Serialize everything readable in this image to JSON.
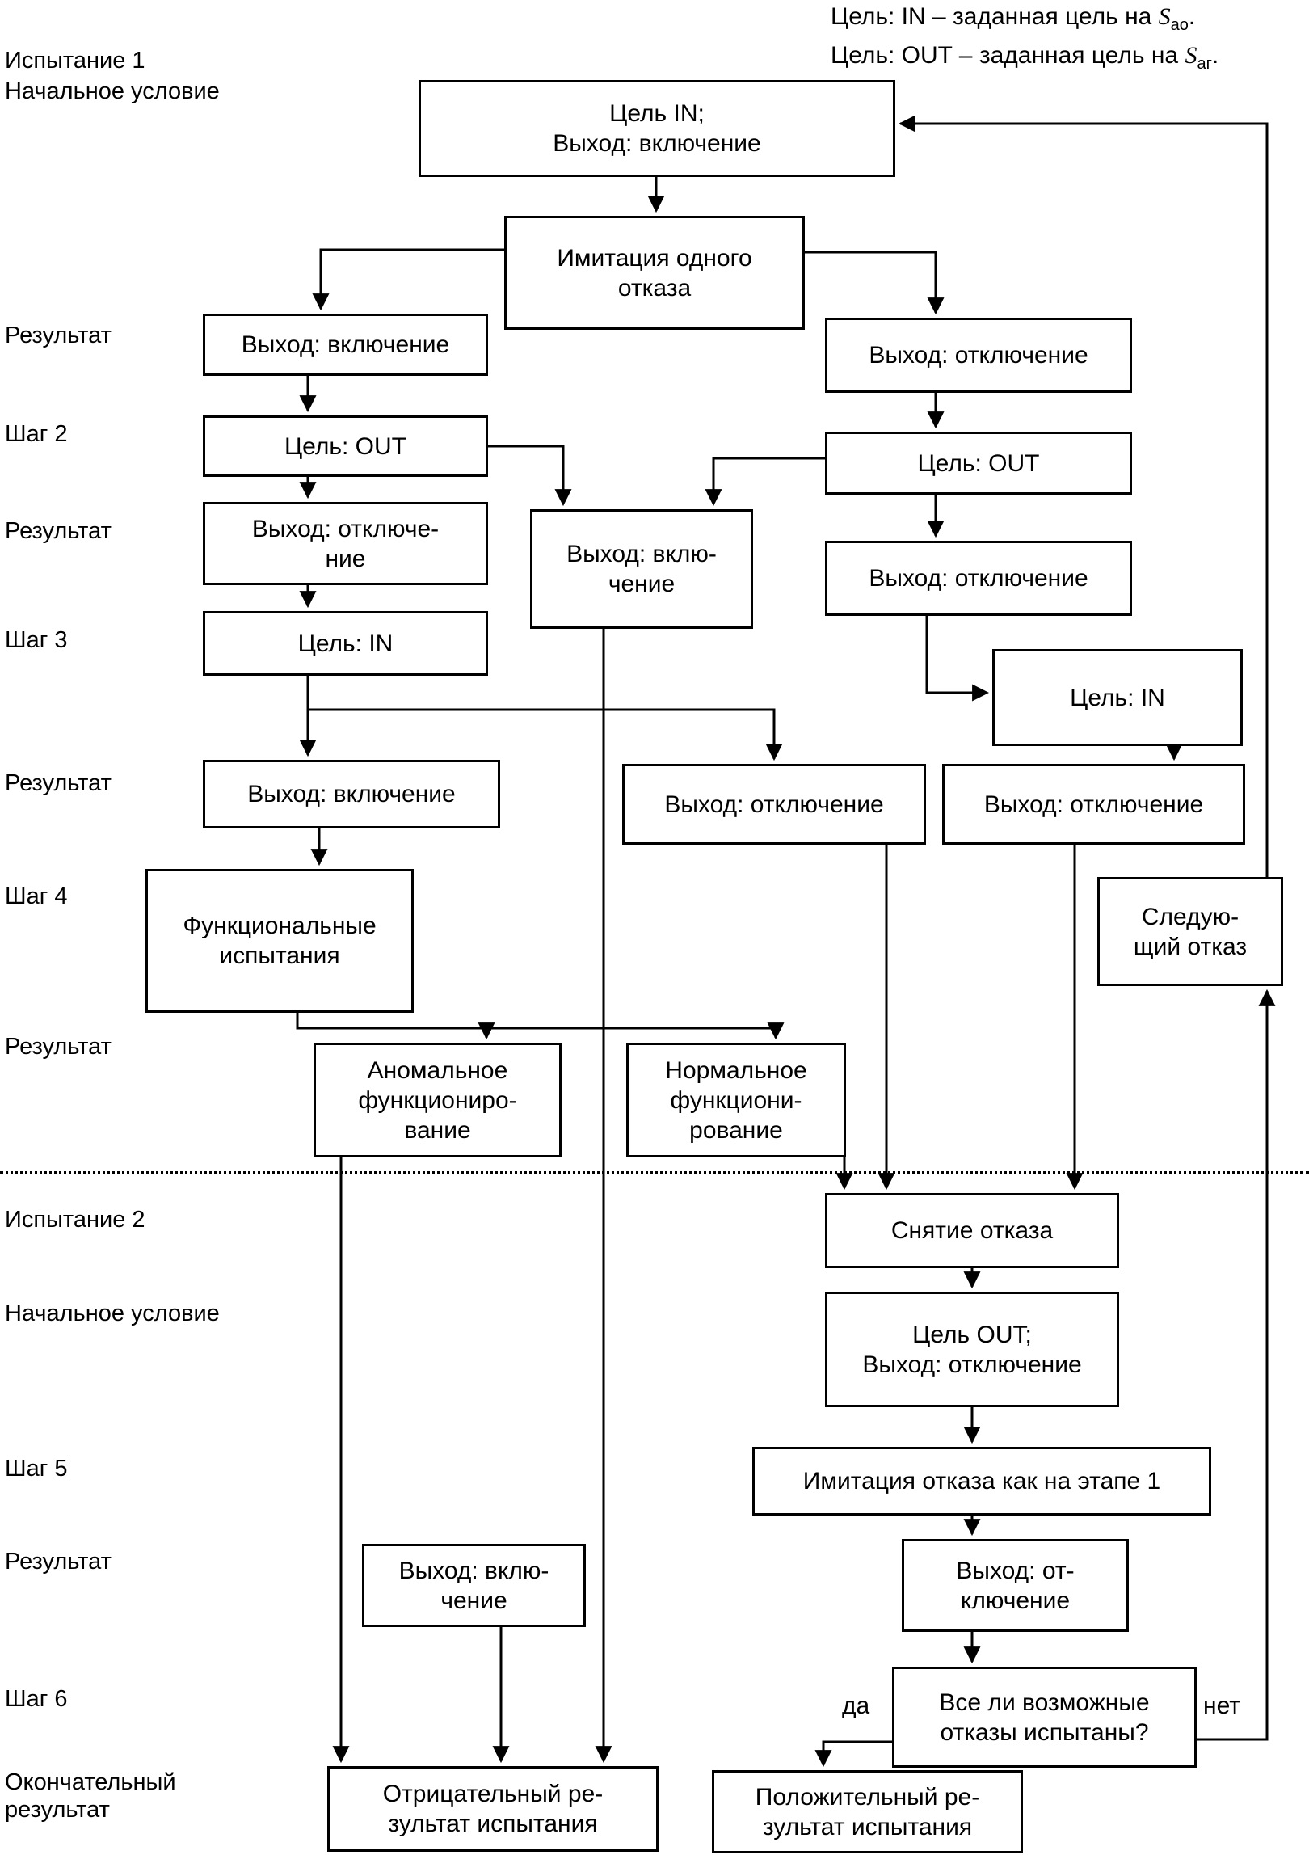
{
  "title": "Схема последовательности испытаний (блок-схема)",
  "colors": {
    "line": "#000000",
    "background": "#ffffff",
    "text": "#000000"
  },
  "legend": {
    "lines": [
      {
        "pre": "Цель: IN – заданная цель на ",
        "sym": "S",
        "sub": "ао",
        "post": "."
      },
      {
        "pre": "Цель: OUT – заданная цель на ",
        "sym": "S",
        "sub": "аг",
        "post": "."
      }
    ]
  },
  "row_labels": [
    {
      "id": "trial-1",
      "text": "Испытание 1"
    },
    {
      "id": "init-cond-1",
      "text": "Начальное условие"
    },
    {
      "id": "result-1",
      "text": "Результат"
    },
    {
      "id": "step-2",
      "text": "Шаг 2"
    },
    {
      "id": "result-2",
      "text": "Результат"
    },
    {
      "id": "step-3",
      "text": "Шаг 3"
    },
    {
      "id": "result-3",
      "text": "Результат"
    },
    {
      "id": "step-4",
      "text": "Шаг 4"
    },
    {
      "id": "result-4",
      "text": "Результат"
    },
    {
      "id": "trial-2",
      "text": "Испытание 2"
    },
    {
      "id": "init-cond-2",
      "text": "Начальное условие"
    },
    {
      "id": "step-5",
      "text": "Шаг 5"
    },
    {
      "id": "result-5",
      "text": "Результат"
    },
    {
      "id": "step-6",
      "text": "Шаг 6"
    },
    {
      "id": "final-result",
      "text": "Окончательный\nрезультат"
    }
  ],
  "boxes": {
    "a1": {
      "text": "Цель IN;\nВыход: включение"
    },
    "a2": {
      "text": "Имитация одного\nотказа"
    },
    "b1": {
      "text": "Выход: включение"
    },
    "b2": {
      "text": "Выход: отключение"
    },
    "c1": {
      "text": "Цель: OUT"
    },
    "c2": {
      "text": "Цель: OUT"
    },
    "d1": {
      "text": "Выход: отключе-\nние"
    },
    "d2": {
      "text": "Выход: вклю-\nчение"
    },
    "d3": {
      "text": "Выход: отключение"
    },
    "e1": {
      "text": "Цель: IN"
    },
    "e2": {
      "text": "Цель: IN"
    },
    "f1": {
      "text": "Выход: включение"
    },
    "f2": {
      "text": "Выход: отключение"
    },
    "f3": {
      "text": "Выход: отключение"
    },
    "g1": {
      "text": "Функциональные\nиспытания"
    },
    "g2": {
      "text": "Следую-\nщий отказ"
    },
    "h1": {
      "text": "Аномальное\nфункциониро-\nвание"
    },
    "h2": {
      "text": "Нормальное\nфункциони-\nрование"
    },
    "i1": {
      "text": "Снятие отказа"
    },
    "i2": {
      "text": "Цель OUT;\nВыход: отключение"
    },
    "i3": {
      "text": "Имитация отказа как на этапе 1"
    },
    "i4": {
      "text": "Выход: от-\nключение"
    },
    "i5": {
      "text": "Выход: вклю-\nчение"
    },
    "i6": {
      "text": "Все ли возможные\nотказы испытаны?"
    },
    "j1": {
      "text": "Отрицательный ре-\nзультат испытания"
    },
    "j2": {
      "text": "Положительный ре-\nзультат испытания"
    }
  },
  "branch_labels": {
    "yes": "да",
    "no": "нет"
  }
}
